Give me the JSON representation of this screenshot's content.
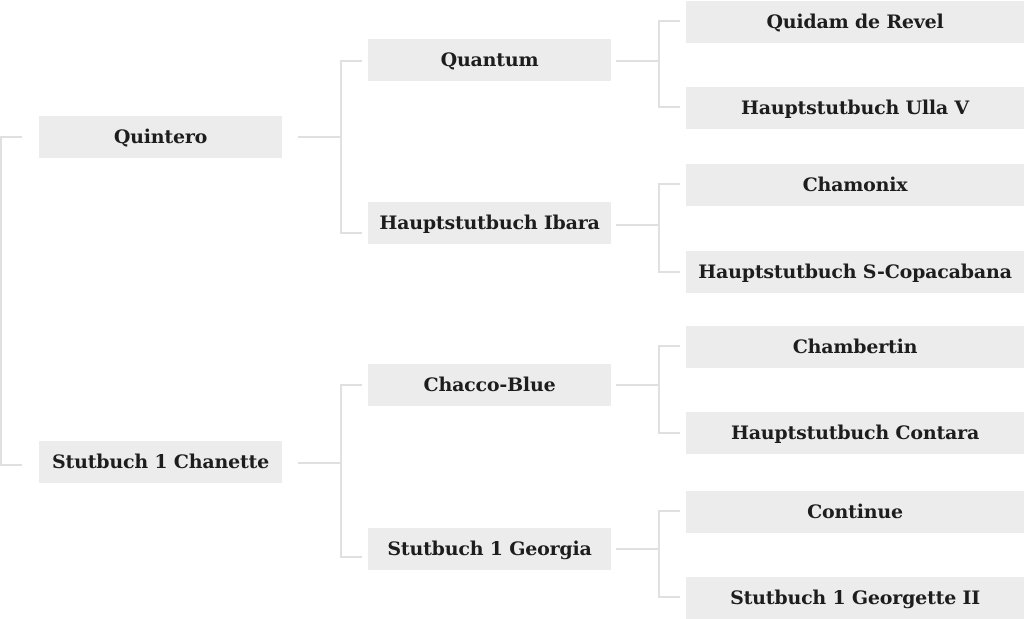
{
  "pedigree": {
    "sire": {
      "name": "Quintero",
      "sire": {
        "name": "Quantum",
        "sire": {
          "name": "Quidam de Revel"
        },
        "dam": {
          "name": "Hauptstutbuch Ulla V"
        }
      },
      "dam": {
        "name": "Hauptstutbuch Ibara",
        "sire": {
          "name": "Chamonix"
        },
        "dam": {
          "name": "Hauptstutbuch S-Copacabana"
        }
      }
    },
    "dam": {
      "name": "Stutbuch 1 Chanette",
      "sire": {
        "name": "Chacco-Blue",
        "sire": {
          "name": "Chambertin"
        },
        "dam": {
          "name": "Hauptstutbuch Contara"
        }
      },
      "dam": {
        "name": "Stutbuch 1 Georgia",
        "sire": {
          "name": "Continue"
        },
        "dam": {
          "name": "Stutbuch 1 Georgette II"
        }
      }
    }
  }
}
